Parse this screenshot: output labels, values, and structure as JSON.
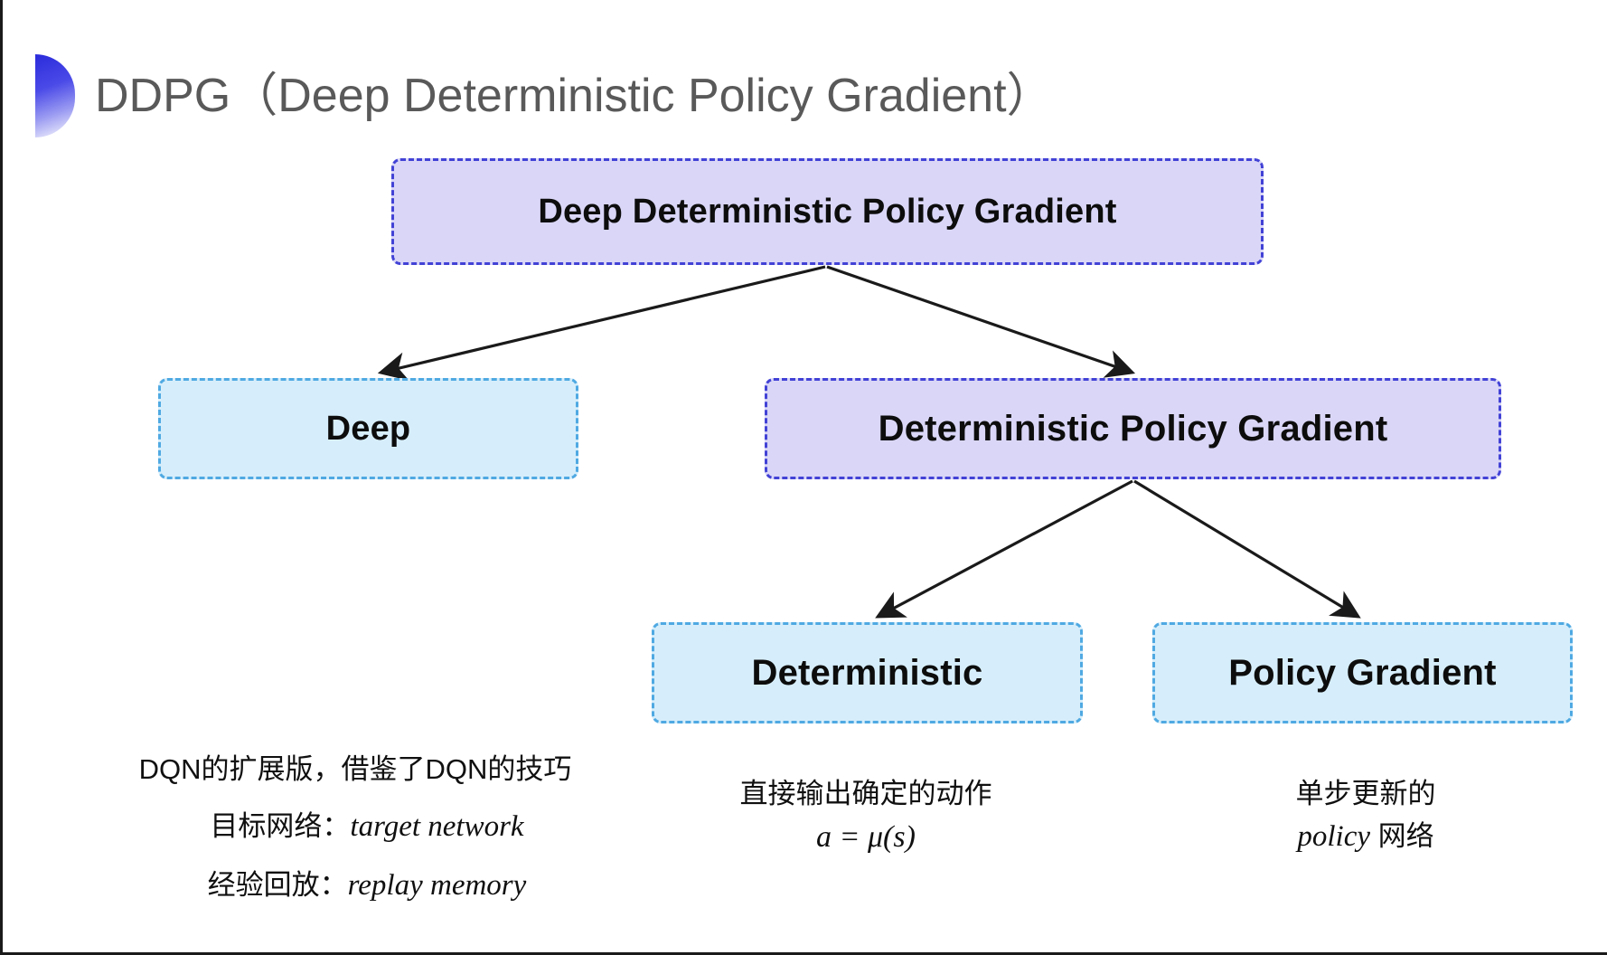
{
  "slide": {
    "title": "DDPG（Deep Deterministic Policy Gradient）",
    "bullet_icon": "half-circle-bullet-icon",
    "background_color": "#ffffff"
  },
  "colors": {
    "purple_fill": "#d9d6f7",
    "purple_border": "#4242d6",
    "cyan_fill": "#d6eefb",
    "cyan_border": "#4fa9e2",
    "title_text": "#595959",
    "body_text": "#101010",
    "arrow": "#1a1a1a"
  },
  "diagram": {
    "nodes": {
      "root": {
        "label": "Deep Deterministic Policy Gradient",
        "style": "purple"
      },
      "deep": {
        "label": "Deep",
        "style": "cyan"
      },
      "dpg": {
        "label": "Deterministic Policy Gradient",
        "style": "purple"
      },
      "deterministic": {
        "label": "Deterministic",
        "style": "cyan"
      },
      "policy_gradient": {
        "label": "Policy Gradient",
        "style": "cyan"
      }
    },
    "edges": [
      {
        "from": "root",
        "to": "deep"
      },
      {
        "from": "root",
        "to": "dpg"
      },
      {
        "from": "dpg",
        "to": "deterministic"
      },
      {
        "from": "dpg",
        "to": "policy_gradient"
      }
    ]
  },
  "captions": {
    "deep": {
      "line1": "DQN的扩展版，借鉴了DQN的技巧",
      "line2_label": "目标网络：",
      "line2_term": "target network",
      "line3_label": "经验回放：",
      "line3_term": "replay memory"
    },
    "deterministic": {
      "line1": "直接输出确定的动作",
      "line2": "a = μ(s)"
    },
    "policy_gradient": {
      "line1": "单步更新的",
      "line2_term": "policy",
      "line2_suffix": " 网络"
    }
  }
}
